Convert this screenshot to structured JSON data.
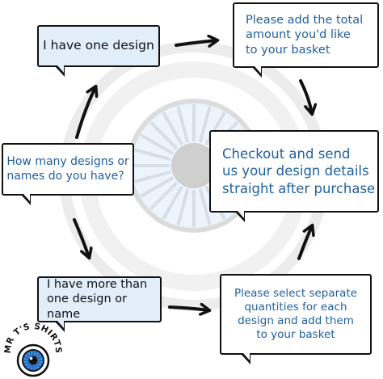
{
  "bubbles": {
    "one_design": {
      "lines": [
        "I have one design"
      ]
    },
    "add_total": {
      "lines": [
        "Please add the total",
        "amount you'd like",
        "to your basket"
      ]
    },
    "how_many": {
      "lines": [
        "How many designs or",
        "names do you have?"
      ]
    },
    "checkout": {
      "lines": [
        "Checkout and send",
        "us your design details",
        "straight after purchase"
      ]
    },
    "more_than_one": {
      "lines": [
        "I have more than",
        "one design or name"
      ]
    },
    "separate": {
      "lines": [
        "Please select separate",
        "quantities for each",
        "design and add them",
        "to your basket"
      ]
    }
  },
  "logo": {
    "text": "MR T'S SHIRTS",
    "icon": "eye-logo-icon"
  },
  "colors": {
    "outline": "#111111",
    "accent_text": "#1f5f9e",
    "highlight_fill": "#e3eefb",
    "eye_blue": "#3d8fe0",
    "watermark": "#e8e8e8"
  }
}
